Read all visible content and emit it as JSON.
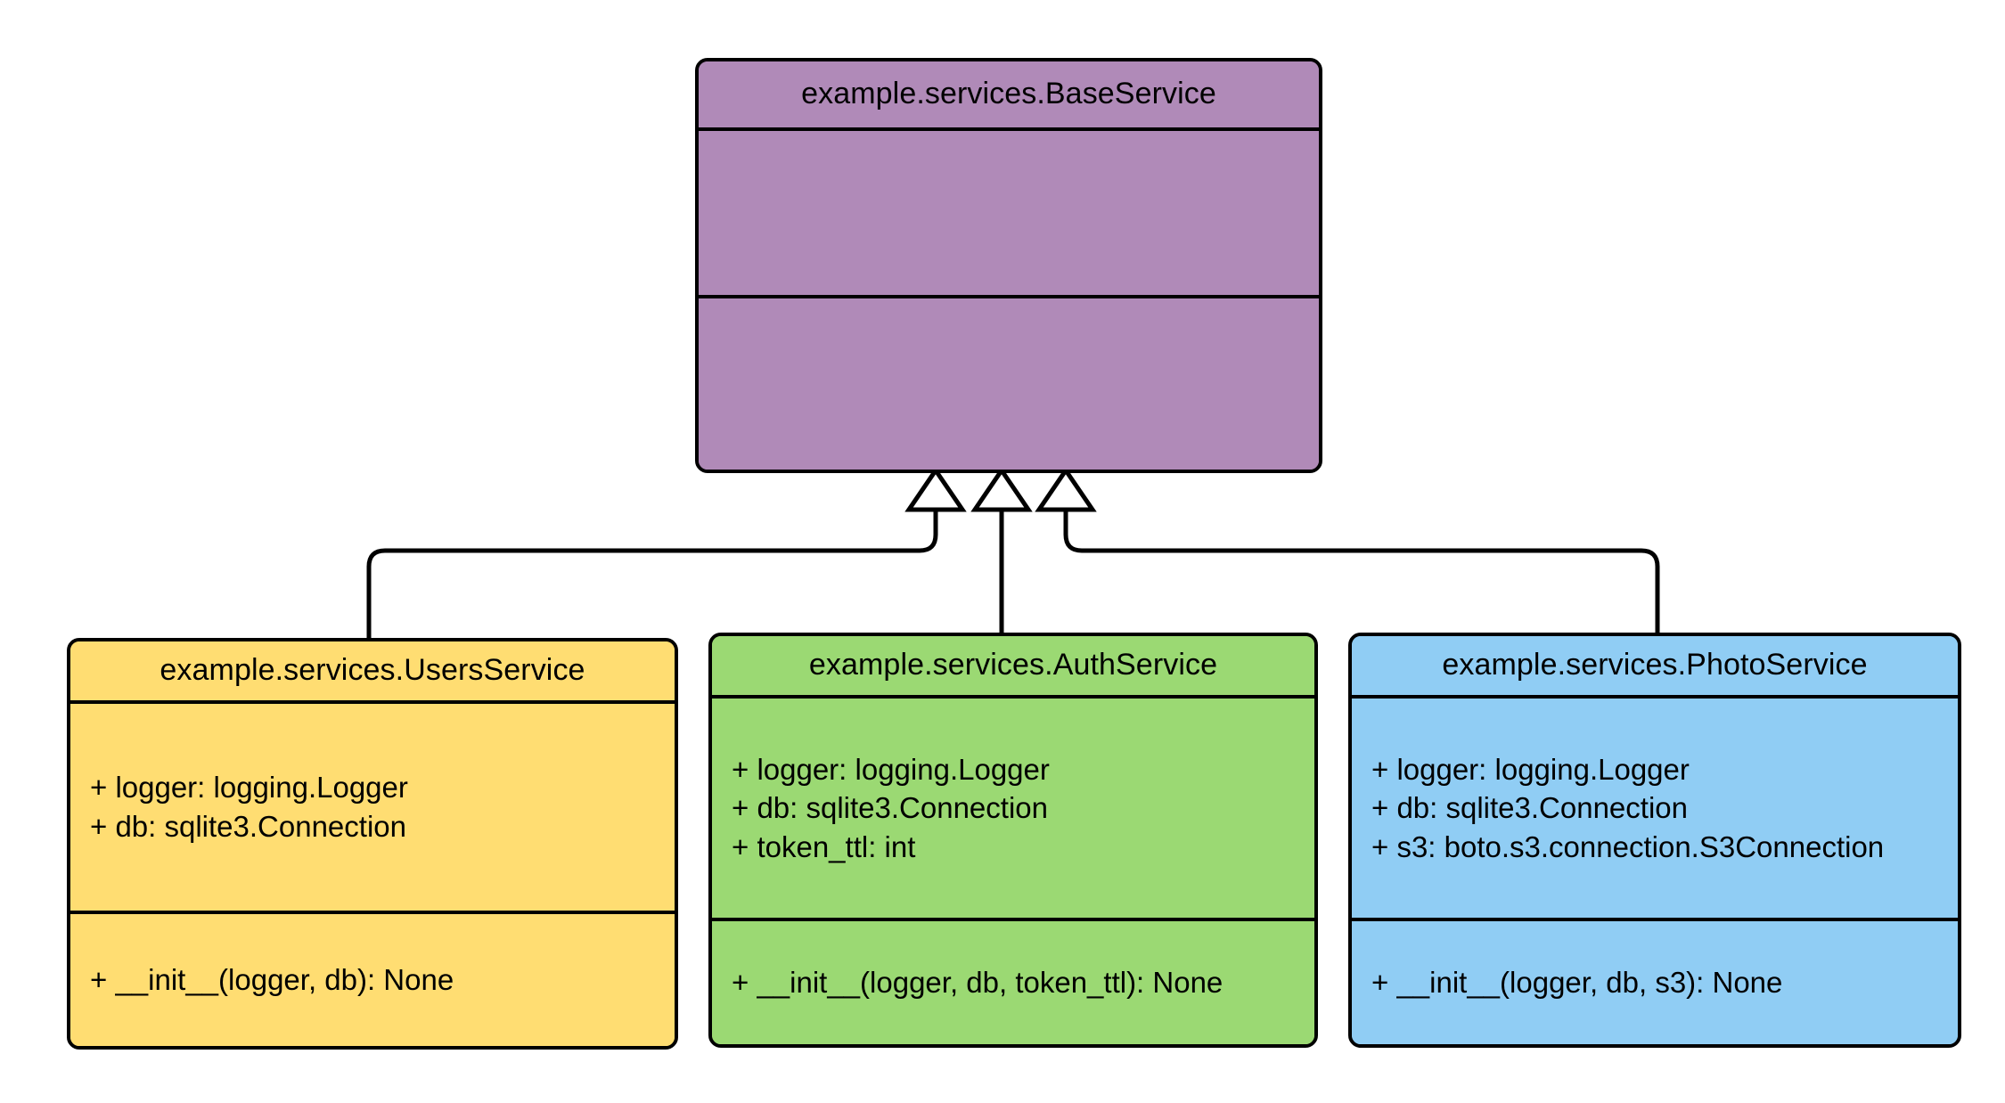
{
  "diagram": {
    "kind": "uml-class-diagram",
    "relationship": "generalization",
    "background_color": "#ffffff",
    "stroke_color": "#000000"
  },
  "classes": {
    "base": {
      "name": "example.services.BaseService",
      "fill_color": "#b08ab8",
      "attributes": [],
      "methods": []
    },
    "users": {
      "name": "example.services.UsersService",
      "fill_color": "#ffdd72",
      "attributes": [
        "+ logger: logging.Logger",
        "+ db: sqlite3.Connection"
      ],
      "methods": [
        "+ __init__(logger, db): None"
      ]
    },
    "auth": {
      "name": "example.services.AuthService",
      "fill_color": "#9bd973",
      "attributes": [
        "+ logger: logging.Logger",
        "+ db: sqlite3.Connection",
        "+ token_ttl: int"
      ],
      "methods": [
        "+ __init__(logger, db, token_ttl): None"
      ]
    },
    "photo": {
      "name": "example.services.PhotoService",
      "fill_color": "#90cdf4",
      "attributes": [
        "+ logger: logging.Logger",
        "+ db: sqlite3.Connection",
        "+ s3: boto.s3.connection.S3Connection"
      ],
      "methods": [
        "+ __init__(logger, db, s3): None"
      ]
    }
  },
  "edges": [
    {
      "from": "example.services.UsersService",
      "to": "example.services.BaseService",
      "type": "inheritance",
      "arrow": "hollow-triangle"
    },
    {
      "from": "example.services.AuthService",
      "to": "example.services.BaseService",
      "type": "inheritance",
      "arrow": "hollow-triangle"
    },
    {
      "from": "example.services.PhotoService",
      "to": "example.services.BaseService",
      "type": "inheritance",
      "arrow": "hollow-triangle"
    }
  ]
}
